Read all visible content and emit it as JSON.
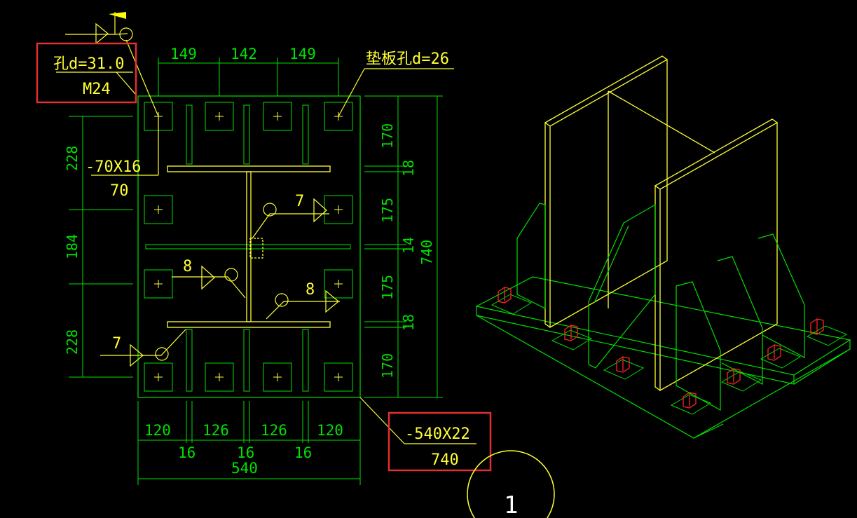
{
  "plan": {
    "top_dims": [
      "149",
      "142",
      "149"
    ],
    "shim_hole": "垫板孔d=26",
    "bottom_dims": [
      "120",
      "126",
      "126",
      "120"
    ],
    "bottom_small": [
      "16",
      "16",
      "16"
    ],
    "total_width": "540",
    "left_dims": [
      "228",
      "184",
      "228"
    ],
    "rib_label": "-70X16",
    "rib_sub": "70",
    "right_dims": [
      "170",
      "18",
      "175",
      "14",
      "175",
      "18",
      "170"
    ],
    "total_height": "740",
    "weld_sizes": [
      "7",
      "8",
      "8",
      "7"
    ],
    "hole_note": {
      "top": "孔d=31.0",
      "bottom": "M24"
    },
    "plate_note": {
      "top": "-540X22",
      "bottom": "740"
    }
  },
  "detail_number": "1",
  "colors": {
    "line": "#00e000",
    "steel": "#ffff33",
    "bolt": "#ff2222",
    "highlight": "#e03030"
  }
}
